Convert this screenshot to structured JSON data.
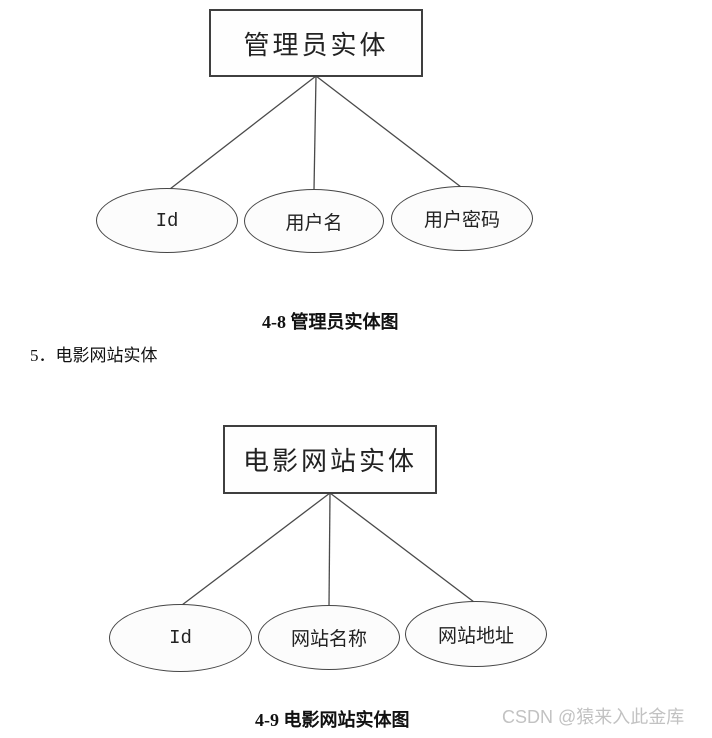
{
  "colors": {
    "background": "#ffffff",
    "line_stroke": "#4a4a4a",
    "shape_border": "#3f3f3f",
    "shape_fill": "#fcfcfc",
    "text": "#111111",
    "watermark": "#c2c2c2"
  },
  "diagrams": [
    {
      "entity": "管理员实体",
      "attributes": [
        "Id",
        "用户名",
        "用户密码"
      ],
      "caption": "4-8 管理员实体图"
    },
    {
      "entity": "电影网站实体",
      "attributes": [
        "Id",
        "网站名称",
        "网站地址"
      ],
      "caption": "4-9 电影网站实体图"
    }
  ],
  "section_heading": "5．电影网站实体",
  "watermark": "CSDN @猿来入此金库"
}
